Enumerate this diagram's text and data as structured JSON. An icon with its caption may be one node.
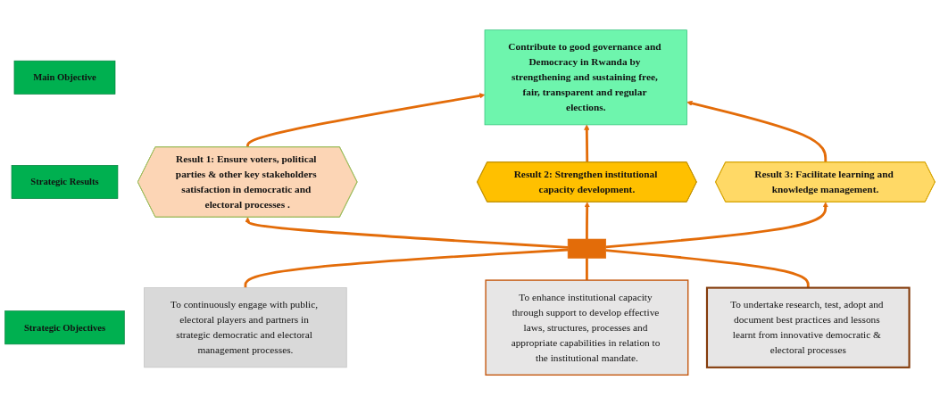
{
  "diagram": {
    "nodes": [
      {
        "text": [
          "Main Objective"
        ]
      },
      {
        "text": [
          "Contribute to good governance and Democracy in Rwanda by strengthening and sustaining free, fair, transparent and regular elections."
        ]
      },
      {
        "text": [
          "Strategic Results"
        ]
      },
      {
        "text": [
          "Result 1: Ensure voters, political parties & other key stakeholders satisfaction in democratic and electoral processes ."
        ]
      },
      {
        "text": [
          "Result 2: Strengthen institutional capacity development."
        ]
      },
      {
        "text": [
          "Result 3: Facilitate learning and knowledge management."
        ]
      },
      {
        "text": [],
        "shape": "bar"
      },
      {
        "text": [
          "Strategic Objectives"
        ]
      },
      {
        "text": [
          "To continuously engage with public, electoral players and partners in strategic democratic and electoral management processes."
        ]
      },
      {
        "text": [
          "To enhance institutional capacity through support to develop effective laws, structures, processes and appropriate capabilities in relation to the institutional mandate."
        ]
      },
      {
        "text": [
          "To undertake research, test, adopt and document best practices and lessons learnt from innovative democratic & electoral processes"
        ]
      }
    ],
    "edges": [
      {
        "from": 3,
        "to": 1,
        "arrow": "to"
      },
      {
        "from": 4,
        "to": 1,
        "arrow": "to"
      },
      {
        "from": 5,
        "to": 1,
        "arrow": "to"
      },
      {
        "from": 8,
        "to": 6,
        "arrow": "none"
      },
      {
        "from": 9,
        "to": 6,
        "arrow": "none"
      },
      {
        "from": 10,
        "to": 6,
        "arrow": "none"
      },
      {
        "from": 6,
        "to": 3,
        "arrow": "to"
      },
      {
        "from": 6,
        "to": 4,
        "arrow": "to"
      },
      {
        "from": 6,
        "to": 5,
        "arrow": "to"
      }
    ]
  }
}
